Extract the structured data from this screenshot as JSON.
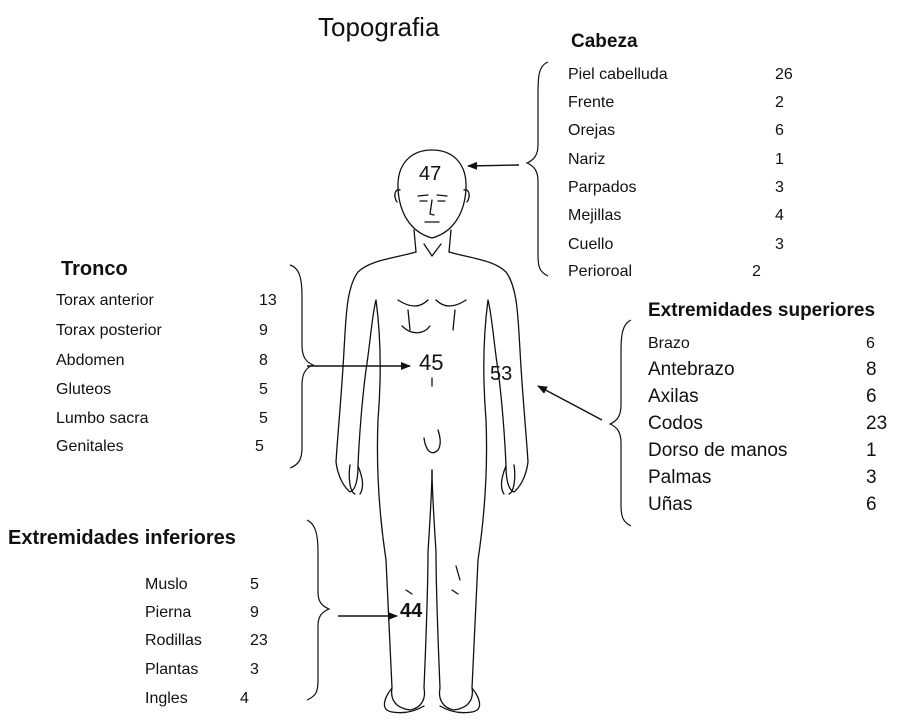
{
  "title": "Topografia",
  "sections": {
    "cabeza": {
      "title": "Cabeza",
      "items": [
        {
          "label": "Piel cabelluda",
          "value": "26"
        },
        {
          "label": "Frente",
          "value": "2"
        },
        {
          "label": "Orejas",
          "value": "6"
        },
        {
          "label": "Nariz",
          "value": "1"
        },
        {
          "label": "Parpados",
          "value": "3"
        },
        {
          "label": "Mejillas",
          "value": "4"
        },
        {
          "label": "Cuello",
          "value": "3"
        },
        {
          "label": "Perioroal",
          "value": "2"
        }
      ]
    },
    "tronco": {
      "title": "Tronco",
      "items": [
        {
          "label": "Torax anterior",
          "value": "13"
        },
        {
          "label": "Torax posterior",
          "value": "9"
        },
        {
          "label": "Abdomen",
          "value": "8"
        },
        {
          "label": "Gluteos",
          "value": "5"
        },
        {
          "label": "Lumbo sacra",
          "value": "5"
        },
        {
          "label": "Genitales",
          "value": "5"
        }
      ]
    },
    "extremidades_superiores": {
      "title": "Extremidades superiores",
      "items": [
        {
          "label": "Brazo",
          "value": "6"
        },
        {
          "label": "Antebrazo",
          "value": "8"
        },
        {
          "label": "Axilas",
          "value": "6"
        },
        {
          "label": "Codos",
          "value": "23"
        },
        {
          "label": "Dorso de manos",
          "value": "1"
        },
        {
          "label": "Palmas",
          "value": "3"
        },
        {
          "label": "Uñas",
          "value": "6"
        }
      ]
    },
    "extremidades_inferiores": {
      "title": "Extremidades inferiores",
      "items": [
        {
          "label": "Muslo",
          "value": "5"
        },
        {
          "label": "Pierna",
          "value": "9"
        },
        {
          "label": "Rodillas",
          "value": "23"
        },
        {
          "label": "Plantas",
          "value": "3"
        },
        {
          "label": "Ingles",
          "value": "4"
        }
      ]
    }
  },
  "region_totals": {
    "head": "47",
    "trunk": "45",
    "upper": "53",
    "lower": "44"
  }
}
